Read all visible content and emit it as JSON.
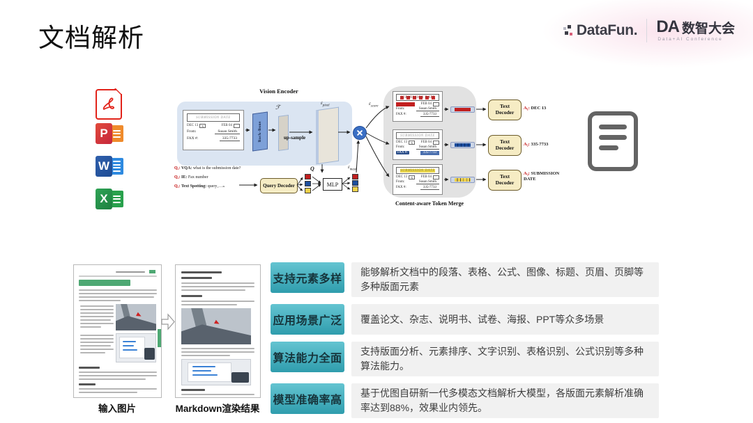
{
  "slide": {
    "title": "文档解析"
  },
  "brand": {
    "datafun": "DataFun.",
    "conference_abbr": "DA",
    "conference_name": "数智大会",
    "conference_subtitle": "Data+AI Conference"
  },
  "file_icons": {
    "powerpoint_letter": "P",
    "word_letter": "W",
    "excel_letter": "X"
  },
  "diagram": {
    "vision_encoder_title": "Vision Encoder",
    "backbone_label": "Back-Bone",
    "feature_map_label": "ℱ",
    "upsample_label": "up-sample",
    "epixel": {
      "sym": "ε",
      "sub": "pixel"
    },
    "escore": {
      "sym": "ε",
      "sub": "score"
    },
    "emask": {
      "sym": "ε",
      "sub": "mask"
    },
    "q_label": "Q",
    "query_decoder_label": "Query Decoder",
    "mlp_label": "MLP",
    "text_decoder_line1": "Text",
    "text_decoder_line2": "Decoder",
    "merge_caption": "Content-aware Token Merge",
    "form": {
      "header_text": "SUBMISSION DATE",
      "date1": "DEC 13",
      "check1": "X",
      "date2": "FEB 04",
      "from_label": "From:",
      "from_value": "Susan Smith",
      "fax_label": "FAX #:",
      "fax_value": "335-7733"
    },
    "questions": [
      {
        "label": "Q₁:",
        "type": "VQA:",
        "text": "what is the submission date?"
      },
      {
        "label": "Q₂:",
        "type": "IE:",
        "text": "Fax number"
      },
      {
        "label": "Q₃:",
        "type": "Text Spotting:",
        "text": "query₁…ₙ"
      }
    ],
    "answers": [
      {
        "label": "A₁:",
        "text": "DEC 13"
      },
      {
        "label": "A₂:",
        "text": "335-7733"
      },
      {
        "label": "A₃:",
        "text": "SUBMISSION DATE"
      }
    ]
  },
  "previews": {
    "input_caption": "输入图片",
    "output_caption": "Markdown渲染结果"
  },
  "features": [
    {
      "label": "支持元素多样",
      "desc": "能够解析文档中的段落、表格、公式、图像、标题、页眉、页脚等多种版面元素"
    },
    {
      "label": "应用场景广泛",
      "desc": "覆盖论文、杂志、说明书、试卷、海报、PPT等众多场景"
    },
    {
      "label": "算法能力全面",
      "desc": "支持版面分析、元素排序、文字识别、表格识别、公式识别等多种算法能力。"
    },
    {
      "label": "模型准确率高",
      "desc": "基于优图自研新一代多模态文档解析大模型，各版面元素解析准确率达到88%，效果业内领先。"
    }
  ],
  "colors": {
    "accent_teal_top": "#64c4d1",
    "accent_teal_bottom": "#2f9dad",
    "vision_panel_blue": "#dbe5f2",
    "merge_panel_gray": "#e2e2e2",
    "decoder_yellow": "#f6ecc4",
    "token_red": "#c01f1f",
    "token_blue": "#1f4f9e",
    "token_yellow": "#f0d24a",
    "answer_red": "#c00000"
  }
}
